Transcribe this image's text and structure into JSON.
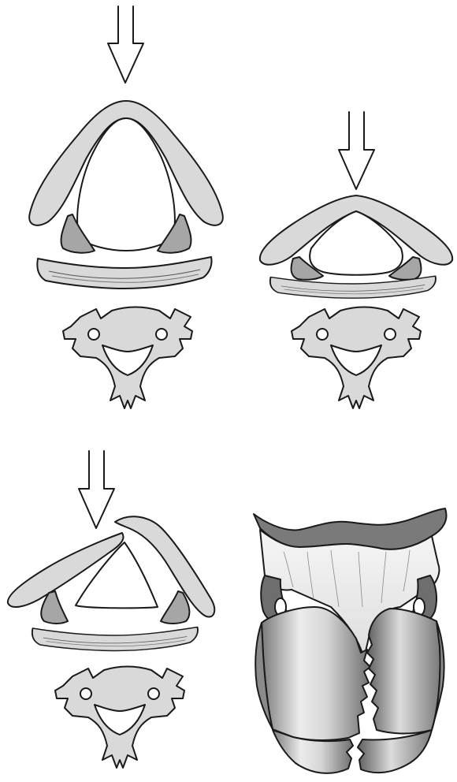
{
  "figure": {
    "colors": {
      "background": "#ffffff",
      "cartilage_fill": "#d9d9d9",
      "arytenoid_fill": "#a6a6a6",
      "outline": "#1a1a1a",
      "lumen_fill": "#ffffff",
      "metal_dark": "#6e6e6e",
      "metal_light": "#f2f2f2"
    },
    "panels": [
      {
        "id": "normal",
        "arrow": true
      },
      {
        "id": "flattened",
        "arrow": true
      },
      {
        "id": "fractured",
        "arrow": true
      },
      {
        "id": "larynx-3d",
        "arrow": false
      }
    ]
  }
}
